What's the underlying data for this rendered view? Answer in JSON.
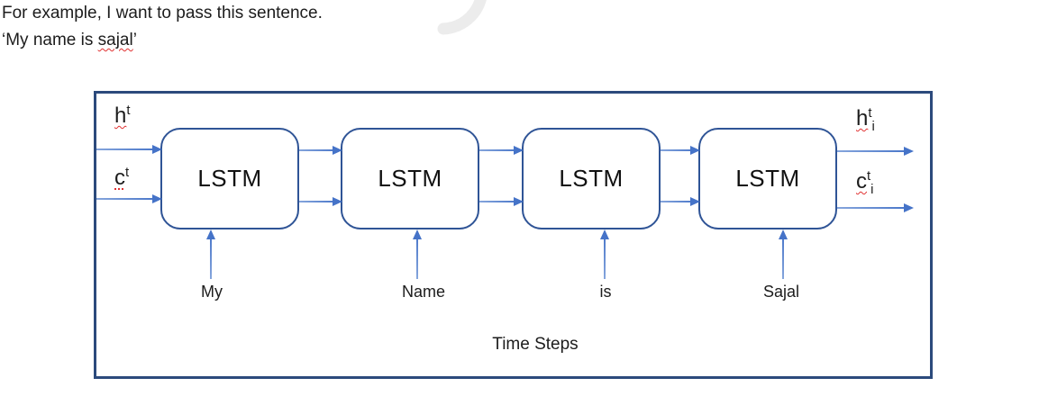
{
  "intro": {
    "line1": "For example, I want to pass this sentence.",
    "line2_prefix": "‘My name is ",
    "misspelled_word": "sajal",
    "line2_suffix": "’"
  },
  "diagram": {
    "blocks": [
      {
        "label": "LSTM"
      },
      {
        "label": "LSTM"
      },
      {
        "label": "LSTM"
      },
      {
        "label": "LSTM"
      }
    ],
    "inputs": [
      "My",
      "Name",
      "is",
      "Sajal"
    ],
    "state_labels": {
      "h_in": {
        "base": "h",
        "sup": "t"
      },
      "c_in": {
        "base": "c",
        "sup": "t"
      },
      "h_out": {
        "base": "h",
        "sup": "t",
        "sub": "i"
      },
      "c_out": {
        "base": "c",
        "sup": "t",
        "sub": "i"
      }
    },
    "caption": "Time Steps"
  },
  "colors": {
    "frame_border": "#2c4a7c",
    "block_border": "#2f5496",
    "arrow": "#4573c8",
    "squiggle": "#e03131",
    "arc": "#ececec",
    "text": "#1c1c1c"
  }
}
